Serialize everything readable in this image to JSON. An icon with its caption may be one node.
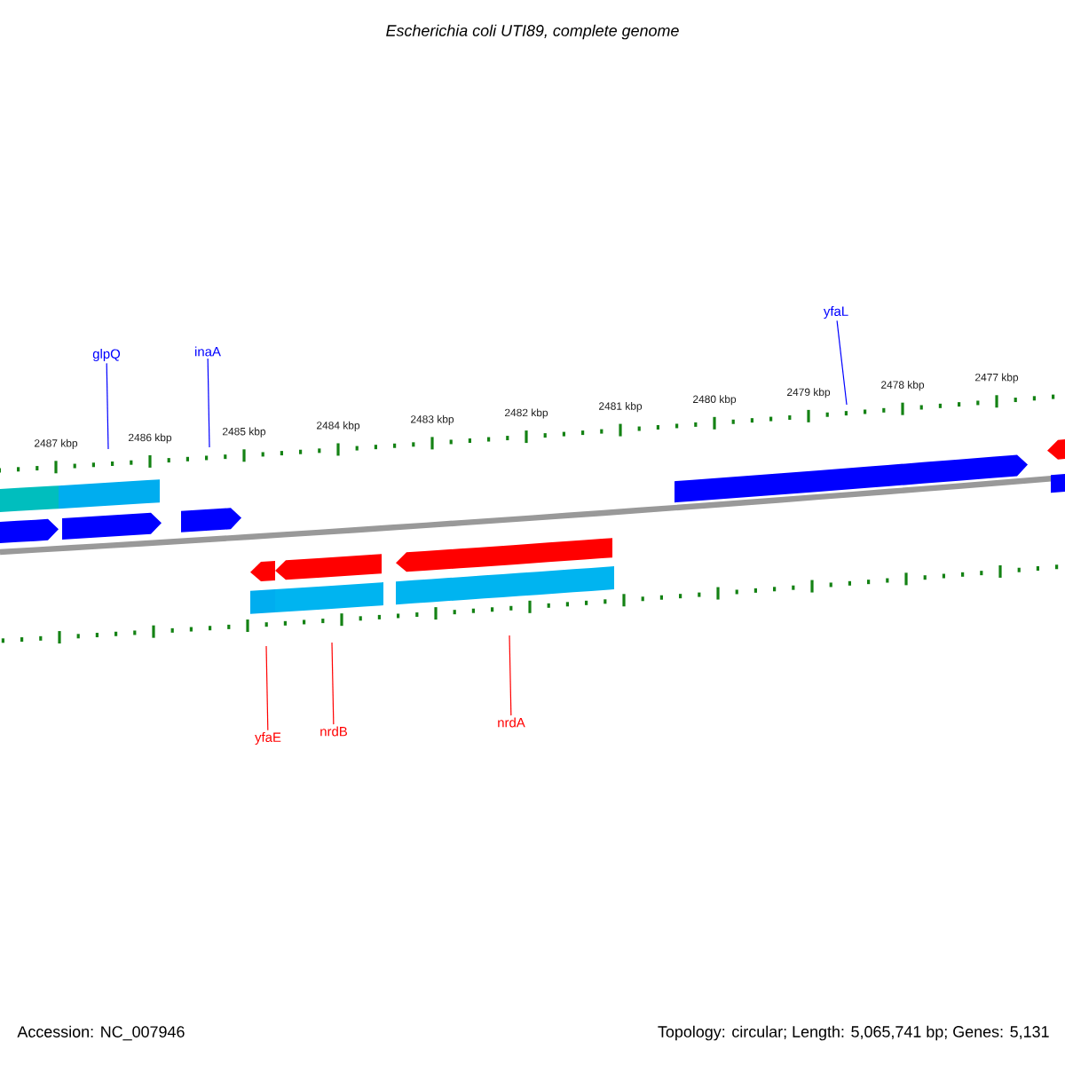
{
  "diagram": {
    "title": "Escherichia coli UTI89, complete genome",
    "nodes": [
      {
        "text": [
          "glpQ"
        ]
      },
      {
        "text": [
          "inaA"
        ]
      },
      {
        "text": [
          "yfaL"
        ]
      },
      {
        "text": [
          "yfaE"
        ]
      },
      {
        "text": [
          "nrdB"
        ]
      },
      {
        "text": [
          "nrdA"
        ]
      }
    ],
    "edges": [
      {
        "from": 0,
        "to": null,
        "arrow": "none",
        "color": "#0000ff"
      },
      {
        "from": 1,
        "to": null,
        "arrow": "none",
        "color": "#0000ff"
      },
      {
        "from": 2,
        "to": null,
        "arrow": "none",
        "color": "#0000ff"
      },
      {
        "from": 3,
        "to": null,
        "arrow": "none",
        "color": "#ff0000"
      },
      {
        "from": 4,
        "to": null,
        "arrow": "none",
        "color": "#ff0000"
      },
      {
        "from": 5,
        "to": null,
        "arrow": "none",
        "color": "#ff0000"
      }
    ],
    "labels": [
      "2487 kbp",
      "2486 kbp",
      "2485 kbp",
      "2484 kbp",
      "2483 kbp",
      "2482 kbp",
      "2481 kbp",
      "2480 kbp",
      "2479 kbp",
      "2478 kbp",
      "2477 kbp",
      "Accession: NC_007946",
      "Topology: circular; Length: 5,065,741 bp; Genes: 5,131"
    ]
  }
}
